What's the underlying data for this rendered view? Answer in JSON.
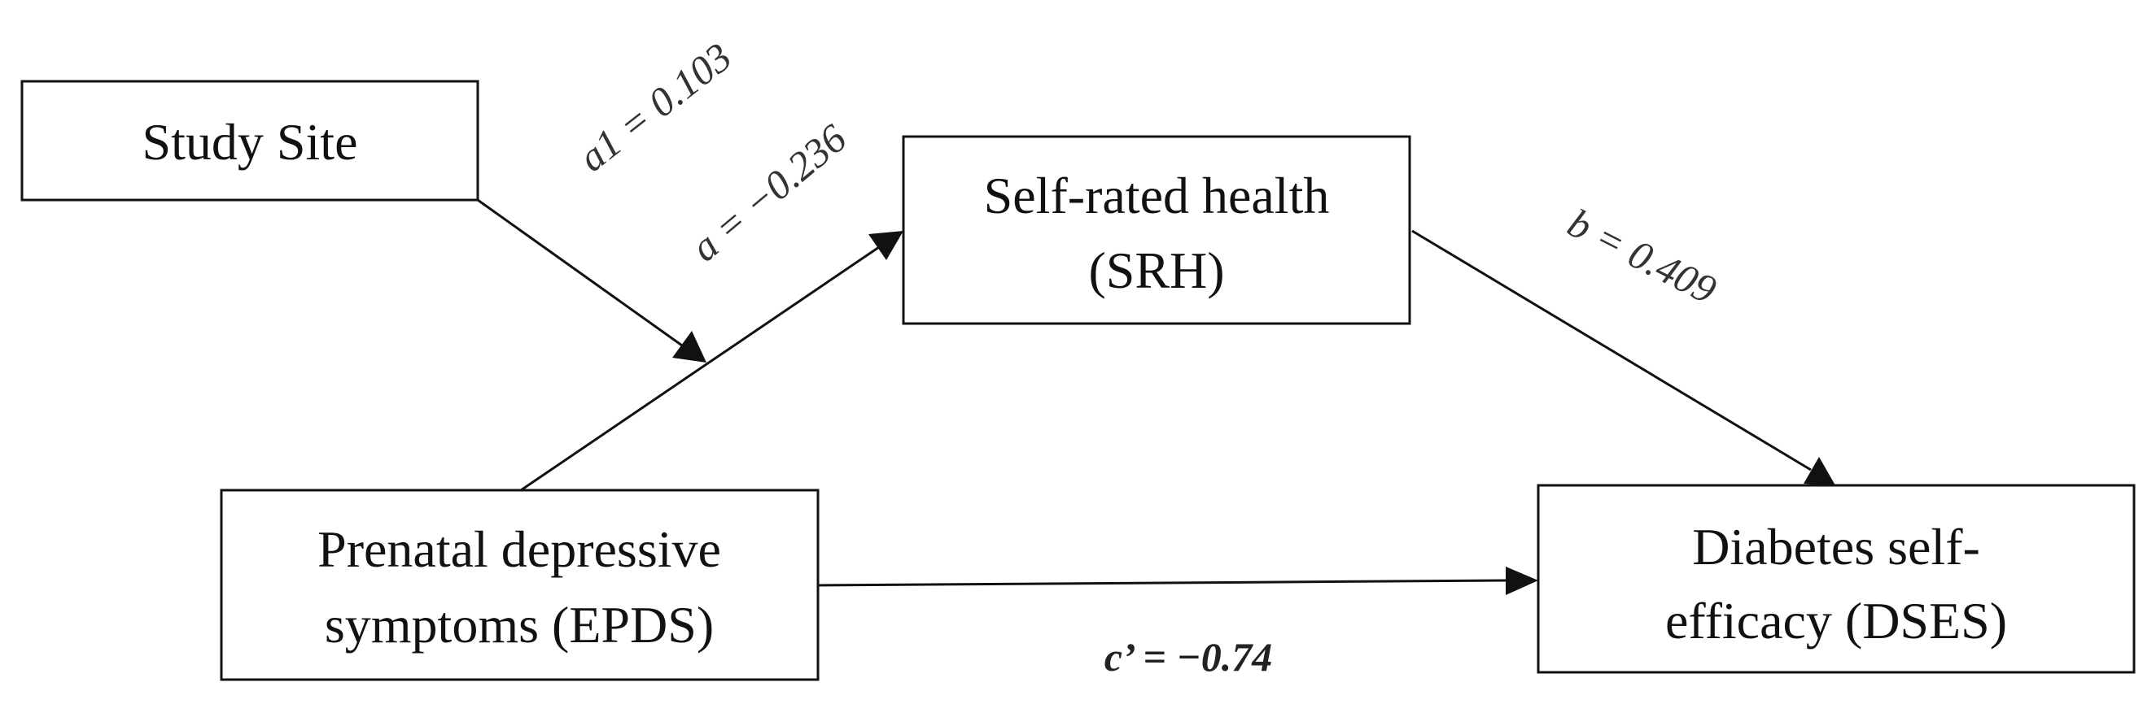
{
  "nodes": {
    "study_site": {
      "lines": [
        "Study Site"
      ]
    },
    "srh": {
      "lines": [
        "Self-rated health",
        "(SRH)"
      ]
    },
    "epds": {
      "lines": [
        "Prenatal depressive",
        "symptoms (EPDS)"
      ]
    },
    "dses": {
      "lines": [
        "Diabetes self-",
        "efficacy (DSES)"
      ]
    }
  },
  "paths": {
    "a1": "a1 = 0.103",
    "a": "a = −0.236",
    "b": "b = 0.409",
    "c_prime": "c’ = −0.74"
  },
  "colors": {
    "stroke": "#111111",
    "label": "#333333"
  }
}
